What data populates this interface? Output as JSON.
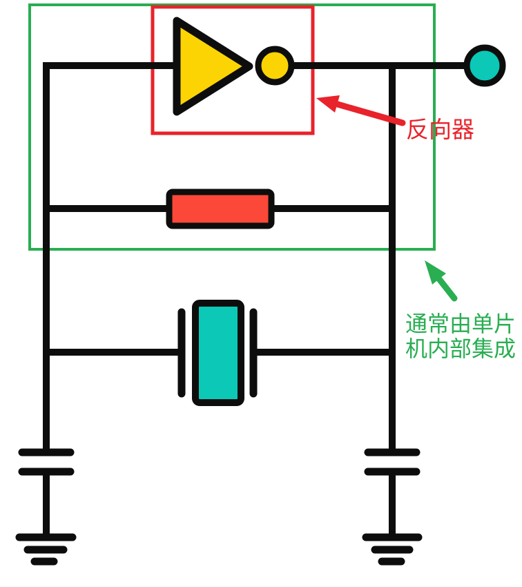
{
  "colors": {
    "background": "#ffffff",
    "wire": "#0d0d0d",
    "yellow": "#fcd403",
    "teal": "#0bc8b7",
    "red_fill": "#fb4838",
    "red_annot": "#e8232b",
    "green_annot": "#29ae52"
  },
  "annotations": {
    "inverter_label": "反向器",
    "integration_note_line1": "通常由单片",
    "integration_note_line2": "机内部集成"
  },
  "icons": {
    "inverter": "inverter-gate-icon",
    "inverter_bubble": "inversion-bubble-icon",
    "output_terminal": "output-terminal-icon",
    "resistor": "resistor-icon",
    "crystal": "crystal-oscillator-icon",
    "capacitor": "capacitor-icon",
    "ground": "ground-icon",
    "red_arrow": "arrow-icon",
    "green_arrow": "arrow-icon"
  }
}
